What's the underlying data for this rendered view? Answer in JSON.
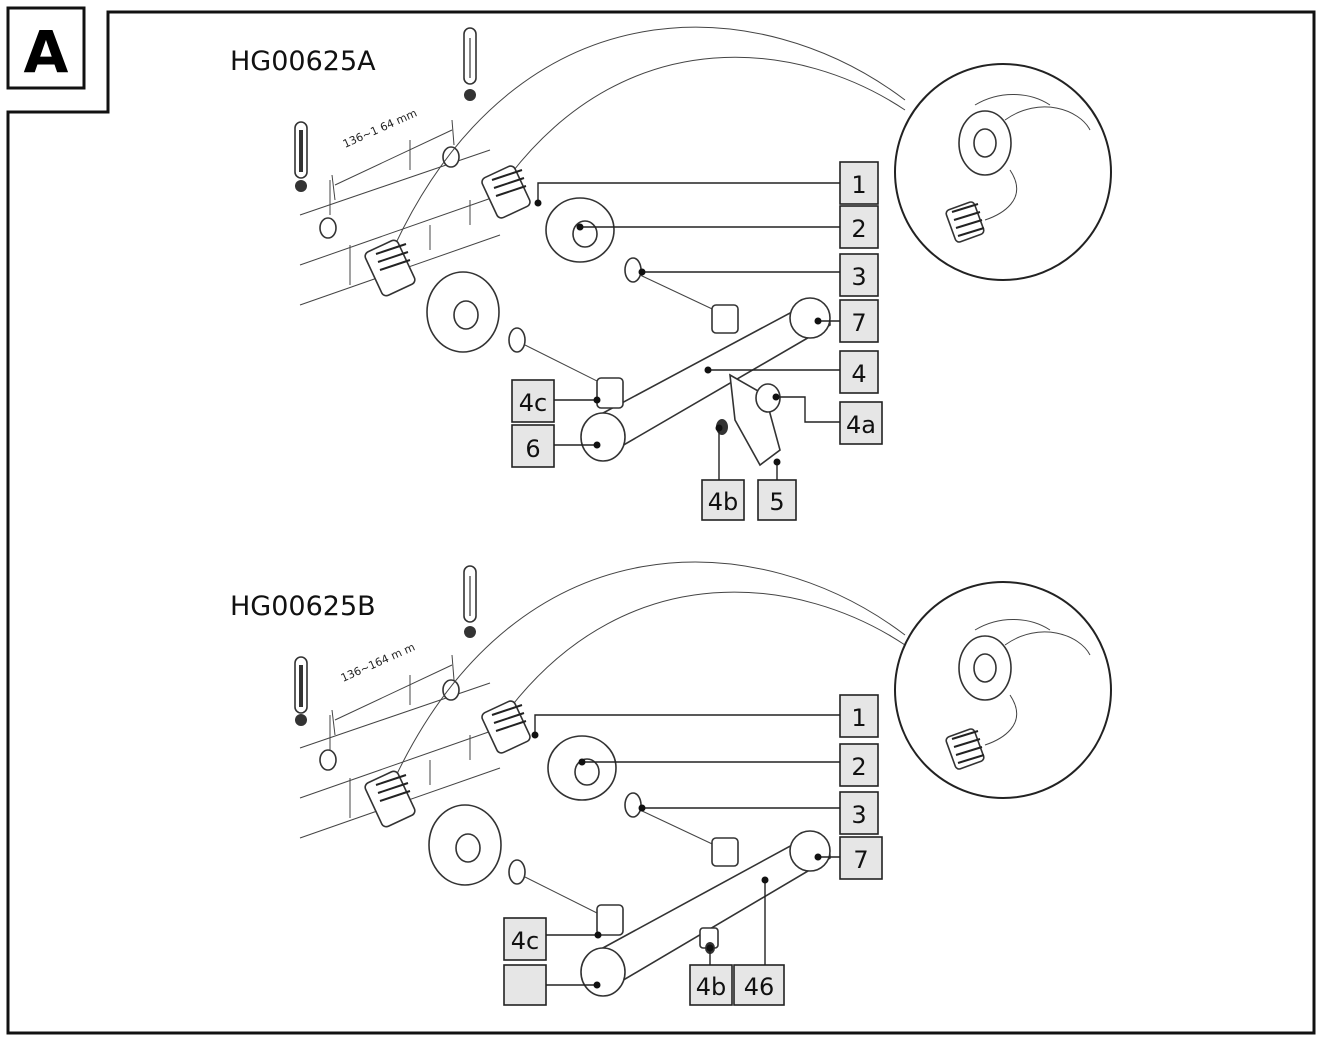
{
  "figure_letter": "A",
  "panels": [
    {
      "model": "HG00625A",
      "dimension": "136~1 64 mm",
      "callouts": [
        "1",
        "2",
        "3",
        "7",
        "4",
        "4a",
        "4c",
        "6",
        "4b",
        "5"
      ]
    },
    {
      "model": "HG00625B",
      "dimension": "136~164 m m",
      "callouts": [
        "1",
        "2",
        "3",
        "7",
        "4c",
        "",
        "4b",
        "46"
      ]
    }
  ]
}
